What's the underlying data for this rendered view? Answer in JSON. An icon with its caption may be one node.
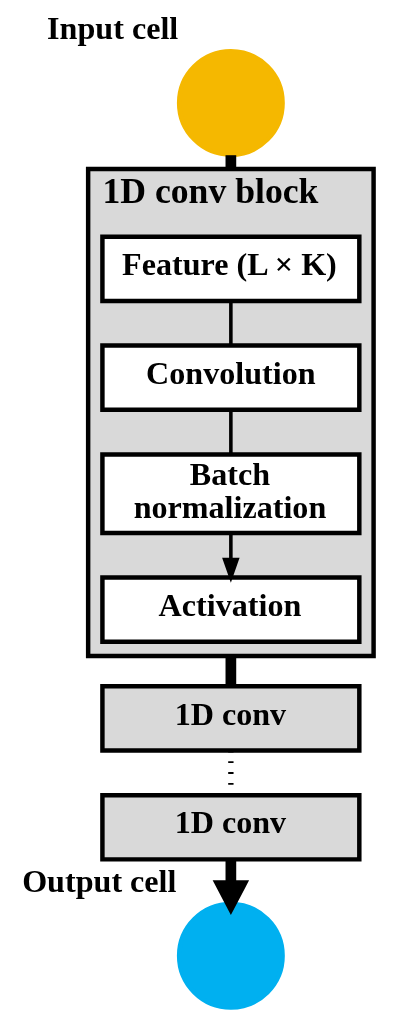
{
  "diagram": {
    "nodes": [
      {
        "text": [],
        "shape": "circle",
        "beside": [
          "Input cell"
        ]
      },
      {
        "text": [
          "1D conv block"
        ]
      },
      {
        "text": [
          "Feature (L × K)"
        ],
        "in": 1
      },
      {
        "text": [
          "Convolution"
        ],
        "in": 1
      },
      {
        "text": [
          "Batch normalization"
        ],
        "in": 1
      },
      {
        "text": [
          "Activation"
        ],
        "in": 1
      },
      {
        "text": [
          "1D conv"
        ]
      },
      {
        "text": [
          "1D conv"
        ]
      },
      {
        "text": [],
        "shape": "circle",
        "beside": [
          "Output cell"
        ]
      }
    ],
    "edges": [
      {
        "from": 0,
        "to": 1,
        "arrow": "none",
        "style": "thick"
      },
      {
        "from": 2,
        "to": 3,
        "arrow": "none"
      },
      {
        "from": 3,
        "to": 4,
        "arrow": "none"
      },
      {
        "from": 4,
        "to": 5,
        "arrow": "to"
      },
      {
        "from": 1,
        "to": 6,
        "arrow": "none",
        "style": "thick"
      },
      {
        "from": 6,
        "to": 7,
        "arrow": "none",
        "style": "dashed"
      },
      {
        "from": 7,
        "to": 8,
        "arrow": "to",
        "style": "thick"
      }
    ]
  }
}
